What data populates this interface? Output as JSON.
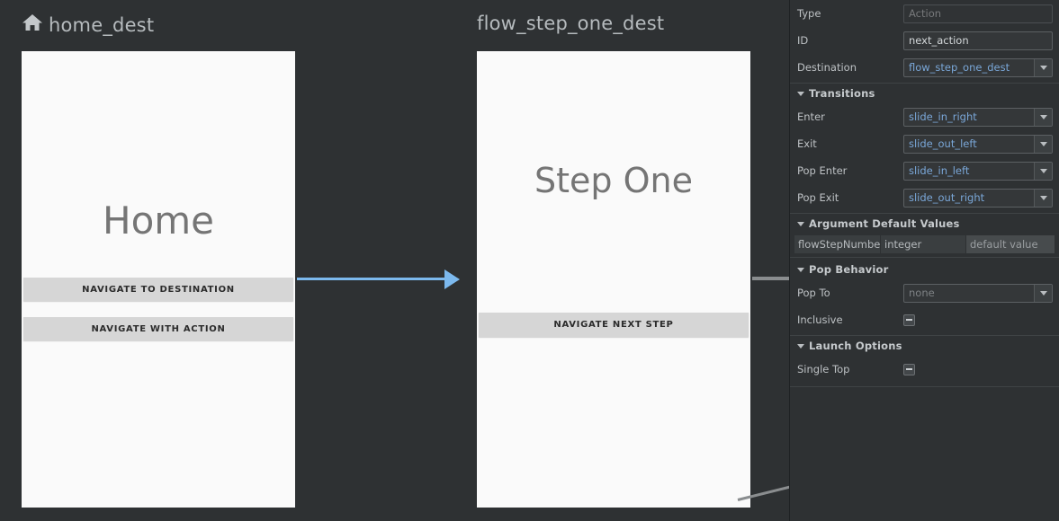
{
  "canvas": {
    "destinations": [
      {
        "name": "home_dest",
        "icon": "home-icon",
        "screen_title": "Home",
        "buttons": [
          "NAVIGATE TO DESTINATION",
          "NAVIGATE WITH ACTION"
        ]
      },
      {
        "name": "flow_step_one_dest",
        "icon": null,
        "screen_title": "Step One",
        "buttons": [
          "NAVIGATE NEXT STEP"
        ]
      }
    ],
    "connector_color": "#7cb9ee",
    "secondary_connector_color": "#8a8d8f"
  },
  "panel": {
    "fields": [
      {
        "label": "Type",
        "value": "Action",
        "kind": "disabled-text"
      },
      {
        "label": "ID",
        "value": "next_action",
        "kind": "text"
      },
      {
        "label": "Destination",
        "value": "flow_step_one_dest",
        "kind": "combo"
      }
    ],
    "transitions": {
      "title": "Transitions",
      "rows": [
        {
          "label": "Enter",
          "value": "slide_in_right"
        },
        {
          "label": "Exit",
          "value": "slide_out_left"
        },
        {
          "label": "Pop Enter",
          "value": "slide_in_left"
        },
        {
          "label": "Pop Exit",
          "value": "slide_out_right"
        }
      ]
    },
    "arguments": {
      "title": "Argument Default Values",
      "rows": [
        {
          "name": "flowStepNumbe",
          "type": "integer",
          "default_value": "default value"
        }
      ]
    },
    "pop_behavior": {
      "title": "Pop Behavior",
      "pop_to_label": "Pop To",
      "pop_to_value": "none",
      "inclusive_label": "Inclusive",
      "inclusive_state": "indeterminate"
    },
    "launch_options": {
      "title": "Launch Options",
      "single_top_label": "Single Top",
      "single_top_state": "indeterminate"
    },
    "colors": {
      "link_blue": "#7aa7d8",
      "panel_bg": "#2e3133",
      "field_bg": "#343739"
    }
  }
}
